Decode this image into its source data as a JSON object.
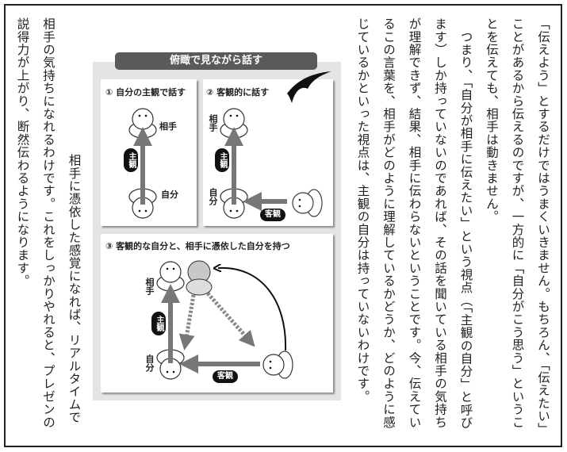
{
  "body_right": [
    "「伝えよう」とするだけではうまくいきません。もちろん、「伝えたい」",
    "ことがあるから伝えるのですが、一方的に「自分がこう思う」というこ",
    "とを伝えても、相手は動きません。",
    "　つまり、「自分が相手に伝えたい」という視点（「主観の自分」と呼び",
    "ます）しか持っていないのであれば、その話を聞いている相手の気持ち",
    "が理解できず、結果、相手に伝わらないということです。今、伝えてい",
    "るこの言葉を、相手がどのように理解しているかどうか、どのように感",
    "じているかといった視点は、主観の自分は持っていないわけです。"
  ],
  "body_left": [
    "相手に憑依した感覚になれば、リアルタイムで",
    "相手の気持ちになれるわけです。これをしっかりやれると、プレゼンの",
    "説得力が上がり、断然伝わるようになります。"
  ],
  "figure": {
    "title": "俯瞰で見ながら話す",
    "panel1": {
      "title": "① 自分の主観で話す",
      "other": "相手",
      "self": "自分",
      "subjective": "主観"
    },
    "panel2": {
      "title": "② 客観的に話す",
      "other": "相手",
      "self": "自分",
      "subjective": "主観",
      "objective": "客観"
    },
    "panel3": {
      "title": "③ 客観的な自分と、相手に憑依した自分を持つ",
      "other": "相手",
      "self": "自分",
      "subjective": "主観",
      "objective": "客観"
    }
  }
}
